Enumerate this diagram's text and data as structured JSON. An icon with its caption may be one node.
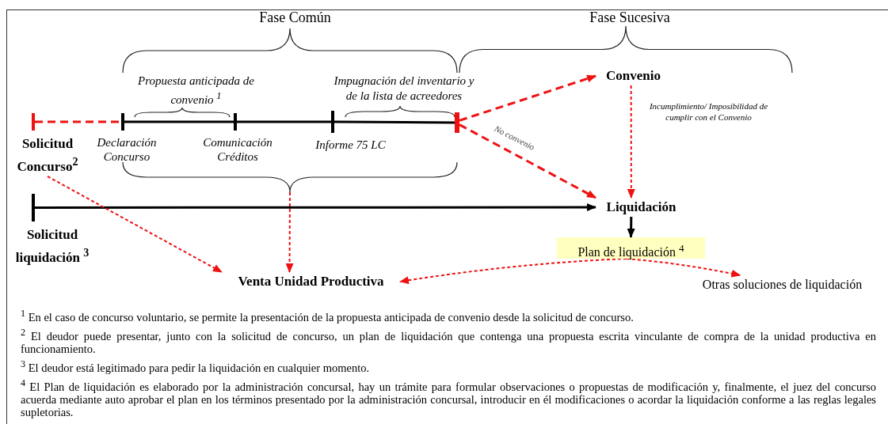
{
  "diagram": {
    "nodes": [
      {
        "text": [
          "Solicitud Concurso$^{2}$"
        ]
      },
      {
        "text": [
          "Declaración Concurso"
        ]
      },
      {
        "text": [
          "Comunicación Créditos"
        ]
      },
      {
        "text": [
          "Informe 75 LC"
        ]
      },
      {
        "text": [],
        "shape": "bar"
      },
      {
        "text": [
          "Convenio"
        ]
      },
      {
        "text": [
          "Liquidación"
        ]
      },
      {
        "text": [
          "Solicitud liquidación $^{3}$"
        ]
      },
      {
        "text": [
          "Plan de liquidación $^{4}$"
        ]
      },
      {
        "text": [
          "Venta Unidad Productiva"
        ]
      },
      {
        "text": [
          "Otras soluciones de liquidación"
        ]
      },
      {
        "text": [],
        "shape": "bracket"
      }
    ],
    "edges": [
      {
        "from": 0,
        "to": 1,
        "arrow": "none",
        "style": "dashed"
      },
      {
        "from": 1,
        "to": 2,
        "arrow": "none",
        "color": "#000000"
      },
      {
        "from": 2,
        "to": 3,
        "arrow": "none",
        "color": "#000000"
      },
      {
        "from": 3,
        "to": 4,
        "arrow": "none",
        "color": "#000000"
      },
      {
        "from": 4,
        "to": 5,
        "arrow": "to",
        "style": "dashed"
      },
      {
        "from": 4,
        "to": 6,
        "arrow": "to",
        "style": "dashed",
        "label": "No convenio"
      },
      {
        "from": 5,
        "to": 6,
        "arrow": "to",
        "style": "dashed",
        "label": "Incumplimiento/ Imposibilidad de cumplir con el Convenio"
      },
      {
        "from": 7,
        "to": 6,
        "arrow": "to",
        "color": "#000000"
      },
      {
        "from": 6,
        "to": 8,
        "arrow": "to",
        "color": "#000000"
      },
      {
        "from": 0,
        "to": 9,
        "arrow": "to",
        "style": "dashed"
      },
      {
        "from": 11,
        "to": 9,
        "arrow": "to",
        "style": "dashed"
      },
      {
        "from": 8,
        "to": 9,
        "arrow": "to",
        "style": "dashed"
      },
      {
        "from": 8,
        "to": 10,
        "arrow": "to",
        "style": "dashed"
      }
    ],
    "labels": [
      "Fase Común",
      "Fase Sucesiva",
      "Propuesta anticipada de convenio $^{1}$",
      "Impugnación del inventario y de la lista de acreedores",
      "$^{1}$ En el caso de concurso voluntario, se permite la presentación de la propuesta anticipada de convenio desde la solicitud de concurso.",
      "$^{2}$ El deudor puede presentar, junto con la solicitud de concurso, un plan de liquidación que contenga una propuesta escrita vinculante de compra de la unidad productiva en funcionamiento.",
      "$^{3}$ El deudor está legitimado para pedir la liquidación en cualquier momento.",
      "$^{4}$ El Plan de liquidación es elaborado por la administración concursal, hay un trámite para formular observaciones o propuestas de modificación y, finalmente, el juez del concurso acuerda mediante auto aprobar el plan en los términos presentado por la administración concursal, introducir en él modificaciones o acordar la liquidación conforme a las reglas legales supletorias."
    ]
  }
}
